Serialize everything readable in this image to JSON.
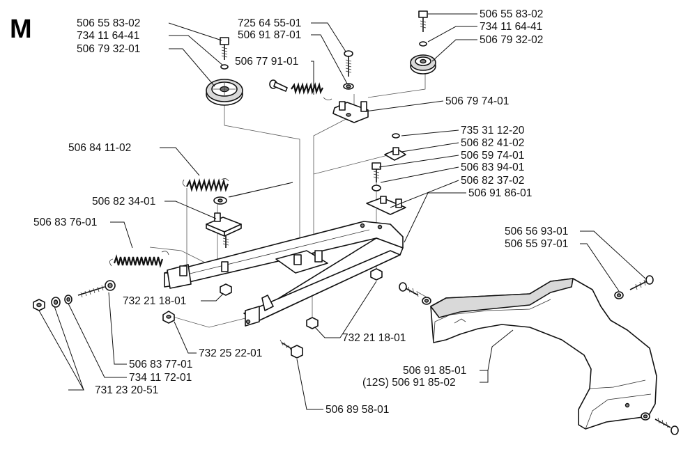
{
  "section_letter": "M",
  "part_labels": [
    {
      "id": "p1",
      "text": "506 55 83-02"
    },
    {
      "id": "p2",
      "text": "734 11 64-41"
    },
    {
      "id": "p3",
      "text": "506 79 32-01"
    },
    {
      "id": "p4",
      "text": "725 64 55-01"
    },
    {
      "id": "p5",
      "text": "506 91 87-01"
    },
    {
      "id": "p6",
      "text": "506 77 91-01"
    },
    {
      "id": "p7",
      "text": "506 55 83-02"
    },
    {
      "id": "p8",
      "text": "734 11 64-41"
    },
    {
      "id": "p9",
      "text": "506 79 32-02"
    },
    {
      "id": "p10",
      "text": "506 79 74-01"
    },
    {
      "id": "p11",
      "text": "735 31 12-20"
    },
    {
      "id": "p12",
      "text": "506 82 41-02"
    },
    {
      "id": "p13",
      "text": "506 59 74-01"
    },
    {
      "id": "p14",
      "text": "506 83 94-01"
    },
    {
      "id": "p15",
      "text": "506 82 37-02"
    },
    {
      "id": "p16",
      "text": "506 91 86-01"
    },
    {
      "id": "p17",
      "text": "506 84 11-02"
    },
    {
      "id": "p18",
      "text": "506 82 34-01"
    },
    {
      "id": "p19",
      "text": "506 83 76-01"
    },
    {
      "id": "p20",
      "text": "732 21 18-01"
    },
    {
      "id": "p21",
      "text": "732 21 18-01"
    },
    {
      "id": "p22",
      "text": "732 25 22-01"
    },
    {
      "id": "p23",
      "text": "506 83 77-01"
    },
    {
      "id": "p24",
      "text": "734 11 72-01"
    },
    {
      "id": "p25",
      "text": "731 23 20-51"
    },
    {
      "id": "p26",
      "text": "506 89 58-01"
    },
    {
      "id": "p27",
      "text": "506 56 93-01"
    },
    {
      "id": "p28",
      "text": "506 55 97-01"
    },
    {
      "id": "p29",
      "text": "506 91 85-01"
    },
    {
      "id": "p30",
      "text": "(12S) 506 91 85-02"
    }
  ]
}
